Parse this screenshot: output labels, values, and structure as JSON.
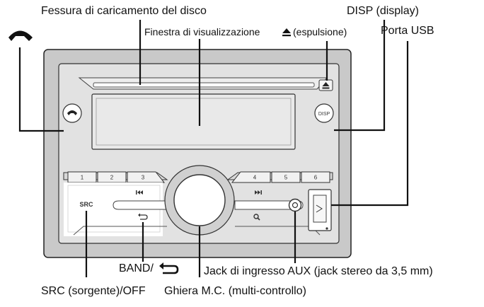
{
  "labels": {
    "disc_slot": "Fessura di caricamento del disco",
    "display_window": "Finestra di visualizzazione",
    "eject": "(espulsione)",
    "disp": "DISP (display)",
    "usb_port": "Porta USB",
    "band": "BAND/",
    "aux_jack": "Jack di ingresso AUX (jack stereo da 3,5 mm)",
    "src": "SRC (sorgente)/OFF",
    "mc_dial": "Ghiera M.C. (multi-controllo)"
  },
  "device": {
    "preset_buttons": [
      "1",
      "2",
      "3",
      "4",
      "5",
      "6"
    ],
    "src_button": "SRC",
    "disp_button": "DISP"
  },
  "icons": {
    "phone": "phone-handset-icon",
    "eject": "eject-icon",
    "band_return": "return-arrow-icon",
    "prev": "skip-previous-icon",
    "next": "skip-next-icon",
    "search": "search-icon",
    "usb": "usb-icon"
  }
}
